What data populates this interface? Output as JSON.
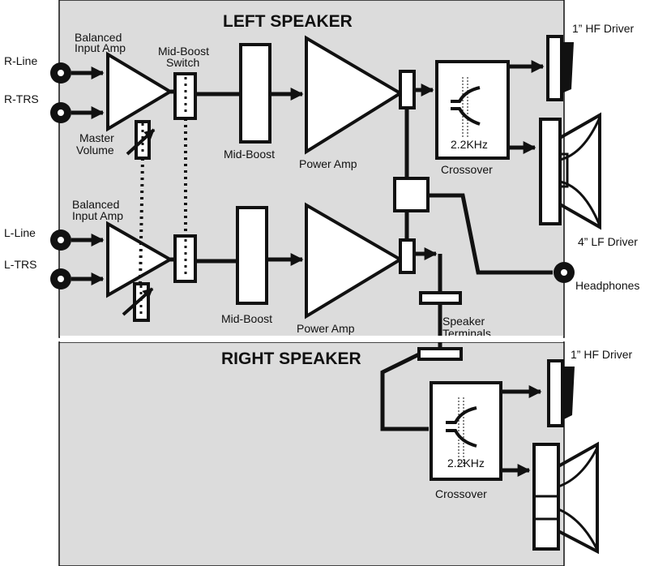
{
  "titles": {
    "left_speaker": "LEFT SPEAKER",
    "right_speaker": "RIGHT SPEAKER"
  },
  "inputs": {
    "r_line": "R-Line",
    "r_trs": "R-TRS",
    "l_line": "L-Line",
    "l_trs": "L-TRS"
  },
  "labels": {
    "balanced_amp_top_1": "Balanced",
    "balanced_amp_top_2": "Input Amp",
    "balanced_amp_bottom_1": "Balanced",
    "balanced_amp_bottom_2": "Input Amp",
    "mid_boost_switch_1": "Mid-Boost",
    "mid_boost_switch_2": "Switch",
    "master_volume_1": "Master",
    "master_volume_2": "Volume",
    "mid_boost_top": "Mid-Boost",
    "mid_boost_bottom": "Mid-Boost",
    "power_amp_top": "Power  Amp",
    "power_amp_bottom": "Power Amp",
    "crossover_freq_top": "2.2KHz",
    "crossover_top": "Crossover",
    "crossover_freq_bottom": "2.2KHz",
    "crossover_bottom": "Crossover",
    "hf_driver_top": "1” HF Driver",
    "lf_driver_top": "4” LF Driver",
    "headphones": "Headphones",
    "speaker_terminals_1": "Speaker",
    "speaker_terminals_2": "Terminals",
    "hf_driver_bottom": "1” HF Driver"
  },
  "colors": {
    "panel": "#dcdcdc",
    "ink": "#111111",
    "divider": "#ffffff"
  }
}
